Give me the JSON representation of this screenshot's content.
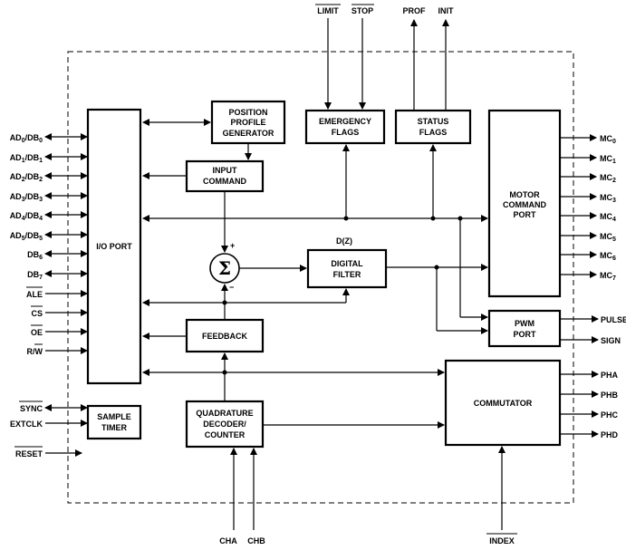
{
  "blocks": {
    "io_port": "I/O PORT",
    "position_profile": [
      "POSITION",
      "PROFILE",
      "GENERATOR"
    ],
    "input_command": [
      "INPUT",
      "COMMAND"
    ],
    "emergency_flags": [
      "EMERGENCY",
      "FLAGS"
    ],
    "status_flags": [
      "STATUS",
      "FLAGS"
    ],
    "motor_command_port": [
      "MOTOR",
      "COMMAND",
      "PORT"
    ],
    "summer_symbol": "Σ",
    "plus": "+",
    "minus": "−",
    "dz_label": "D(Z)",
    "digital_filter": [
      "DIGITAL",
      "FILTER"
    ],
    "feedback": "FEEDBACK",
    "pwm_port": [
      "PWM",
      "PORT"
    ],
    "commutator": "COMMUTATOR",
    "sample_timer": [
      "SAMPLE",
      "TIMER"
    ],
    "quadrature": [
      "QUADRATURE",
      "DECODER/",
      "COUNTER"
    ]
  },
  "top_pins": [
    "LIMIT",
    "STOP",
    "PROF",
    "INIT"
  ],
  "left_pins": [
    {
      "base": "AD",
      "sub": "0",
      "tail": "/DB",
      "sub2": "0"
    },
    {
      "base": "AD",
      "sub": "1",
      "tail": "/DB",
      "sub2": "1"
    },
    {
      "base": "AD",
      "sub": "2",
      "tail": "/DB",
      "sub2": "2"
    },
    {
      "base": "AD",
      "sub": "3",
      "tail": "/DB",
      "sub2": "3"
    },
    {
      "base": "AD",
      "sub": "4",
      "tail": "/DB",
      "sub2": "4"
    },
    {
      "base": "AD",
      "sub": "5",
      "tail": "/DB",
      "sub2": "5"
    },
    {
      "base": "DB",
      "sub": "6",
      "tail": "",
      "sub2": ""
    },
    {
      "base": "DB",
      "sub": "7",
      "tail": "",
      "sub2": ""
    }
  ],
  "control_pins": [
    "ALE",
    "CS",
    "OE",
    "R/W"
  ],
  "control_pins_overline": [
    "ALE",
    "CS",
    "OE",
    "W"
  ],
  "r_prefix": "R/",
  "bottom_left_pins": [
    "SYNC",
    "EXTCLK",
    "RESET"
  ],
  "mc_pins": [
    "0",
    "1",
    "2",
    "3",
    "4",
    "5",
    "6",
    "7"
  ],
  "mc_base": "MC",
  "right_pins": [
    "PULSE",
    "SIGN"
  ],
  "ph_pins": [
    "PHA",
    "PHB",
    "PHC",
    "PHD"
  ],
  "bottom_pins": [
    "CHA",
    "CHB",
    "INDEX"
  ]
}
